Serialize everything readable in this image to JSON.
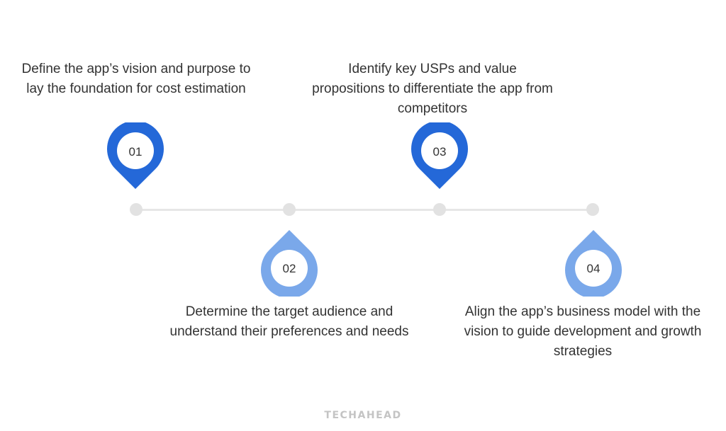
{
  "steps": [
    {
      "number": "01",
      "text": "Define the app’s vision and purpose to lay the foundation for cost estimation",
      "color": "#2468d8"
    },
    {
      "number": "02",
      "text": "Determine the target audience and understand their preferences and needs",
      "color": "#7aa8ea"
    },
    {
      "number": "03",
      "text": "Identify key USPs and value propositions to differentiate the app from competitors",
      "color": "#2468d8"
    },
    {
      "number": "04",
      "text": "Align the app’s business model with the vision to guide development and growth strategies",
      "color": "#7aa8ea"
    }
  ],
  "brand": "TECHAHEAD",
  "colors": {
    "line": "#e6e6e6",
    "dot": "#e2e2e2",
    "text": "#333333"
  }
}
